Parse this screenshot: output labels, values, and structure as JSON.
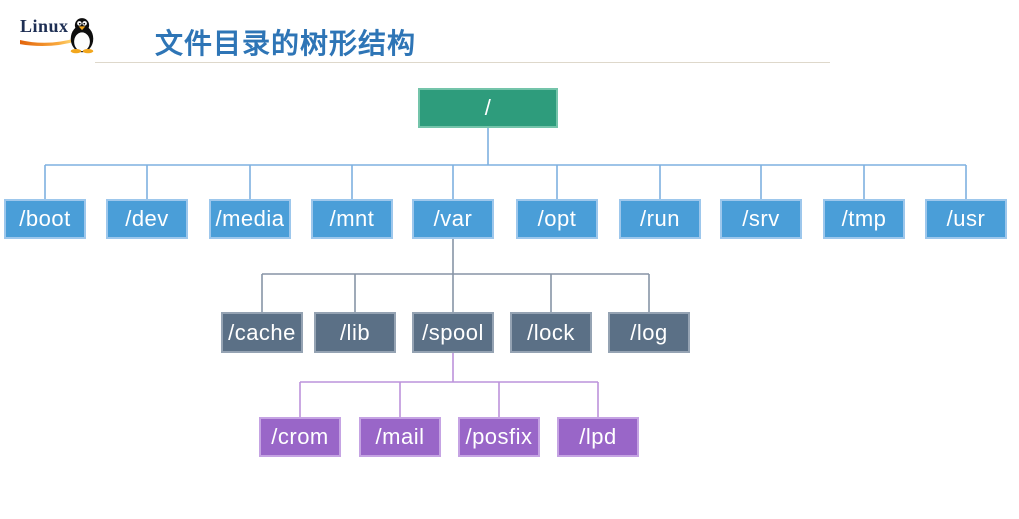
{
  "header": {
    "logo_text": "Linux",
    "logo_icon": "tux-penguin-icon",
    "title": "文件目录的树形结构"
  },
  "diagram": {
    "root": {
      "label": "/",
      "children": [
        {
          "label": "/boot"
        },
        {
          "label": "/dev"
        },
        {
          "label": "/media"
        },
        {
          "label": "/mnt"
        },
        {
          "label": "/var",
          "children": [
            {
              "label": "/cache"
            },
            {
              "label": "/lib"
            },
            {
              "label": "/spool",
              "children": [
                {
                  "label": "/crom"
                },
                {
                  "label": "/mail"
                },
                {
                  "label": "/posfix"
                },
                {
                  "label": "/lpd"
                }
              ]
            },
            {
              "label": "/lock"
            },
            {
              "label": "/log"
            }
          ]
        },
        {
          "label": "/opt"
        },
        {
          "label": "/run"
        },
        {
          "label": "/srv"
        },
        {
          "label": "/tmp"
        },
        {
          "label": "/usr"
        }
      ]
    }
  },
  "colors": {
    "root_green": "#2E9C7C",
    "root_green_border": "#74C4AA",
    "dir_blue": "#4A9ED8",
    "dir_blue_border": "#9DC7EC",
    "sub_gray": "#5B7086",
    "sub_gray_border": "#95A3B3",
    "leaf_purple": "#9966C8",
    "leaf_purple_border": "#C5A3E3",
    "connector_blue": "#7EB1E0",
    "connector_gray": "#8794A6",
    "connector_purple": "#BC93DB",
    "title_blue": "#2E75B6",
    "logo_navy": "#1E2F54",
    "swoosh_orange": "#E2640C",
    "swoosh_yellow": "#FFE786",
    "penguin_accent": "#F2A71E"
  }
}
